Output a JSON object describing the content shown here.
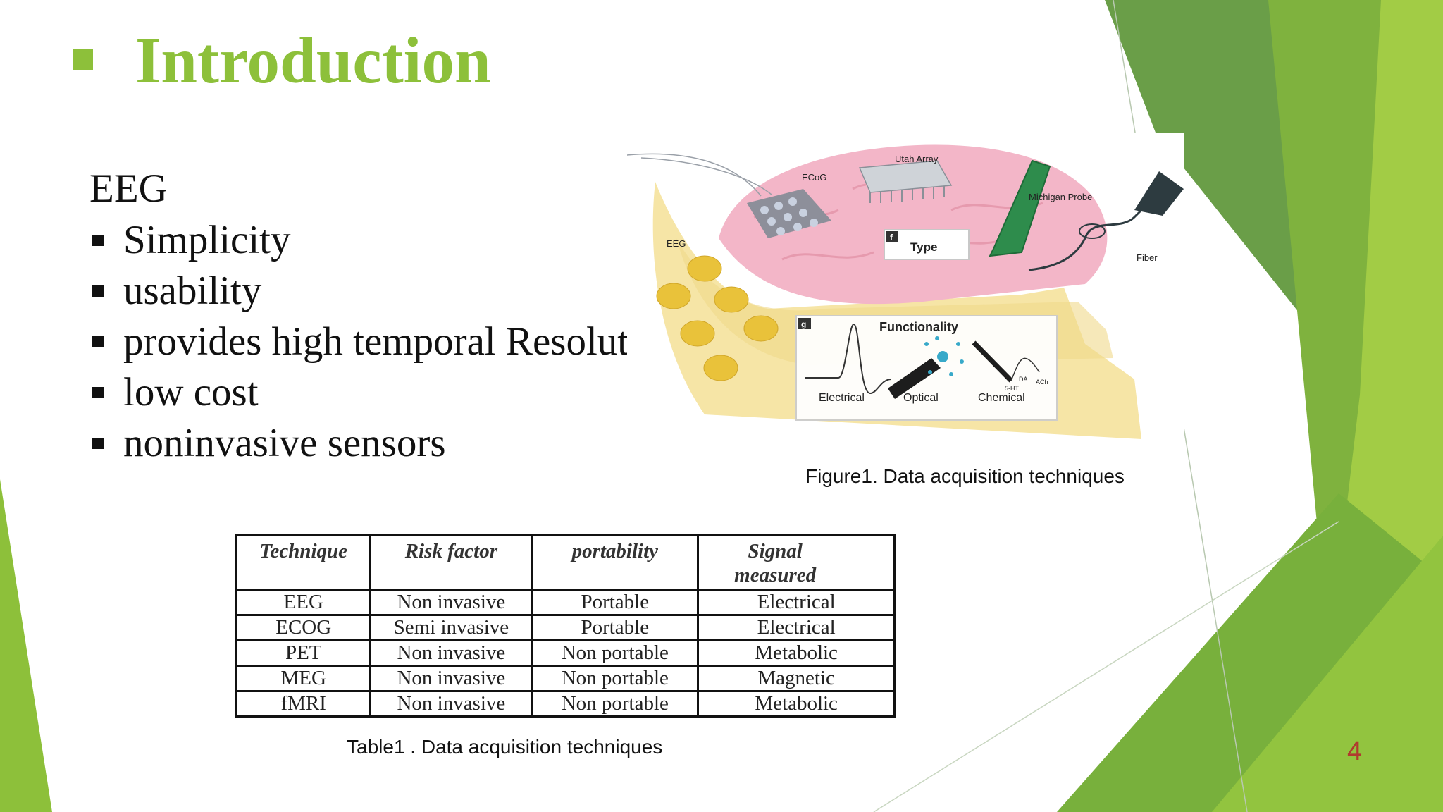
{
  "colors": {
    "accent": "#8dc03a",
    "green_dark": "#6a9e48",
    "green_mid": "#7fb23e",
    "green_light": "#a9d04f",
    "green_pale": "#d6e9b4",
    "page_number": "#b03a2e"
  },
  "slide": {
    "title": "Introduction",
    "heading": "EEG",
    "bullets": [
      "Simplicity",
      "usability",
      "provides high temporal Resolution",
      "low cost",
      "noninvasive sensors"
    ],
    "page_number": "4"
  },
  "figure": {
    "caption": "Figure1. Data acquisition techniques",
    "labels": {
      "utah_array": "Utah Array",
      "ecog": "ECoG",
      "michigan_probe": "Michigan Probe",
      "eeg": "EEG",
      "fiber": "Fiber",
      "panel_f": "f",
      "type": "Type",
      "panel_g": "g",
      "functionality": "Functionality",
      "electrical": "Electrical",
      "optical": "Optical",
      "chemical": "Chemical",
      "da": "DA",
      "ach": "ACh",
      "ht": "5-HT"
    }
  },
  "table": {
    "caption": "Table1 . Data acquisition techniques",
    "headers": [
      "Technique",
      "Risk factor",
      "portability",
      "Signal measured"
    ],
    "rows": [
      [
        "EEG",
        "Non invasive",
        "Portable",
        "Electrical"
      ],
      [
        "ECOG",
        "Semi invasive",
        "Portable",
        "Electrical"
      ],
      [
        "PET",
        "Non invasive",
        "Non portable",
        "Metabolic"
      ],
      [
        "MEG",
        "Non invasive",
        "Non portable",
        "Magnetic"
      ],
      [
        "fMRI",
        "Non invasive",
        "Non portable",
        "Metabolic"
      ]
    ]
  }
}
